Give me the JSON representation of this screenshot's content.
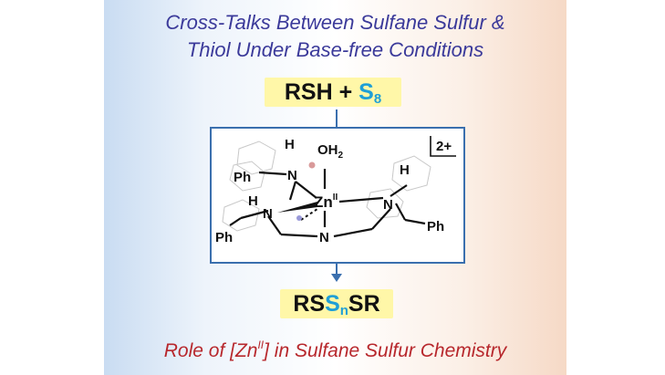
{
  "title_line1": "Cross-Talks Between Sulfane Sulfur &",
  "title_line2": "Thiol Under Base-free Conditions",
  "reactant": {
    "a": "RSH + ",
    "b": "S",
    "b_sub": "8"
  },
  "product": {
    "a": "RS",
    "b": "S",
    "b_sub": "n",
    "c": "SR"
  },
  "footer": {
    "pre": "Role of [Zn",
    "sup": "II",
    "post": "] in Sulfane Sulfur Chemistry"
  },
  "structure": {
    "charge": "2+",
    "water": "OH",
    "water_sub": "2",
    "metal": "Zn",
    "metal_sup": "II",
    "h_labels": [
      "H",
      "H",
      "H"
    ],
    "n_labels": [
      "N",
      "N",
      "N",
      "N"
    ],
    "ph_labels": [
      "Ph",
      "Ph",
      "Ph"
    ]
  },
  "colors": {
    "title": "#3b3a9a",
    "footer": "#b7272c",
    "accent_s": "#1f9fd6",
    "box": "#3a6fae",
    "chip": "#fff7a8"
  }
}
